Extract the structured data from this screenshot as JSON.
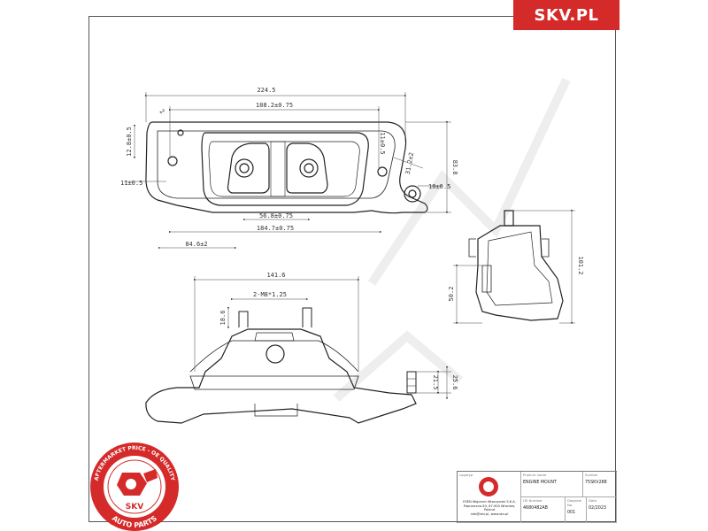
{
  "brand": {
    "name": "SKV.PL",
    "color": "#d42a2a"
  },
  "seal": {
    "text_top": "AFTERMARKET PRICE - OE QUALITY",
    "text_bottom": "AUTO PARTS",
    "center": "SKV",
    "color": "#d42a2a"
  },
  "dimensions": {
    "top_overall": "224.5",
    "top_hole_spacing": "188.2±0.75",
    "top_small_angle": "2",
    "left_upper": "12.8±0.5",
    "left_lower": "11±0.5",
    "right_inner": "11±0.5",
    "right_angle": "31.2±2",
    "right_height": "83.8",
    "right_circle": "10±0.5",
    "center_spacing": "56.8±0.75",
    "bottom_spacing": "184.7±0.75",
    "bottom_left": "84.6±2",
    "front_width": "141.6",
    "front_thread": "2-M8*1.25",
    "front_stud_height": "18.6",
    "front_right_a": "21.5",
    "front_right_b": "25.6",
    "side_height": "101.2",
    "side_inner": "50.2"
  },
  "title_block": {
    "logo_label": "Logotyp",
    "company": "ESEN Wojciech Wroczynski S.K.A.",
    "address": "Poprzeczna 83, 67-900 Wroclaw, Poland",
    "email": "info@skv.pl, www.skv.pl",
    "product_name_label": "Product name",
    "product_name": "ENGINE MOUNT",
    "symbol_label": "Symbol",
    "symbol": "75SKV288",
    "oe_number_label": "OE Number",
    "oe_number": "4680482AB",
    "version_label": "Diagram No.",
    "version": "001",
    "date_label": "Date",
    "date": "02/2023"
  }
}
